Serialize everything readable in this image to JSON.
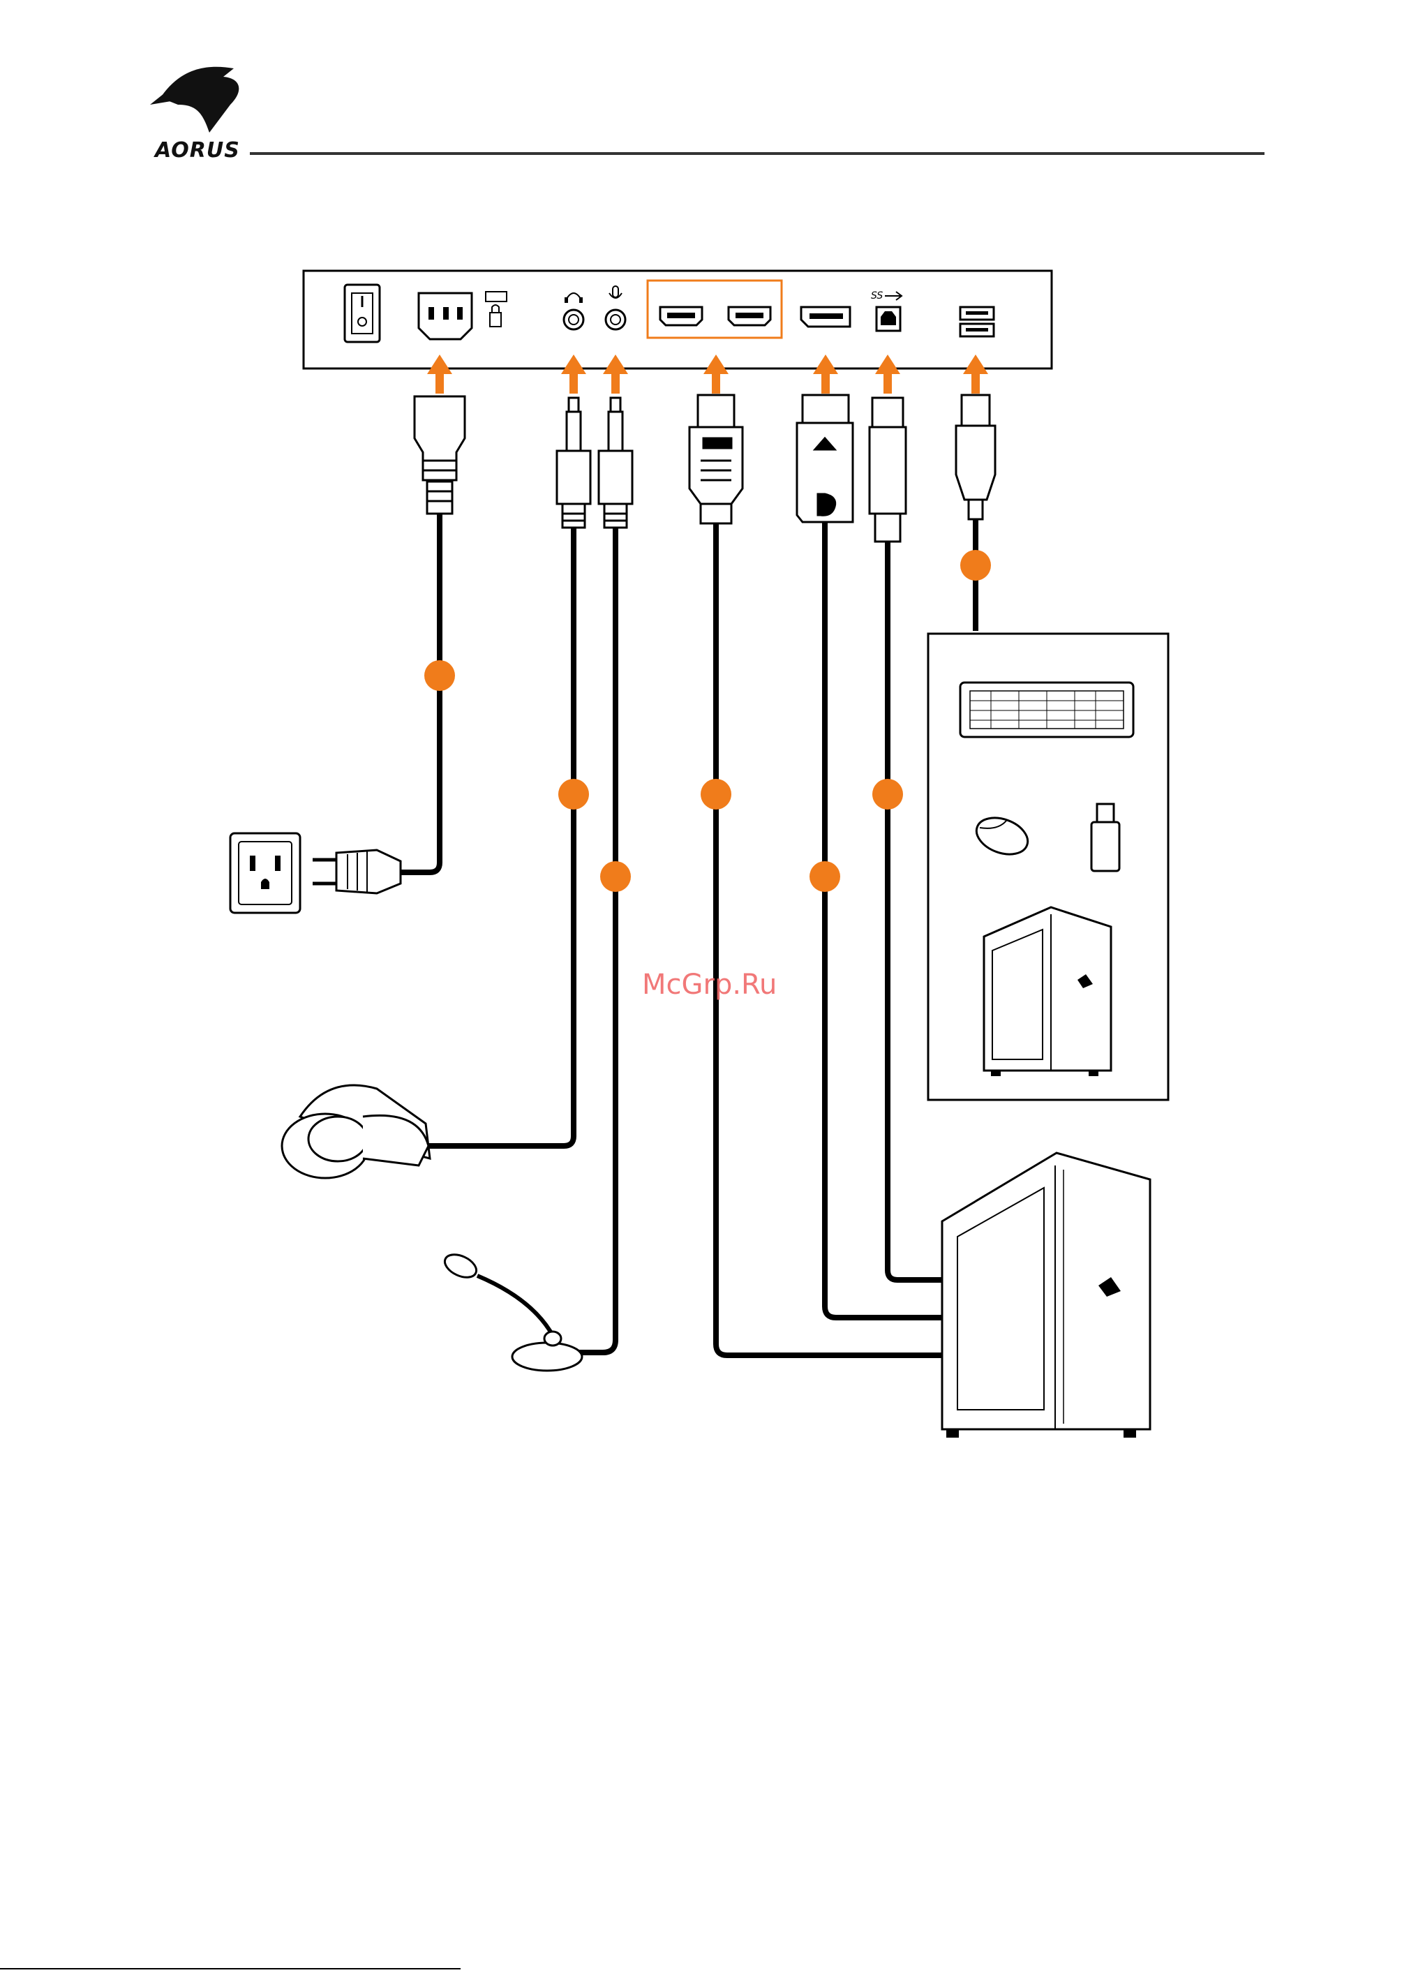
{
  "header": {
    "brand": "AORUS"
  },
  "watermark": "McGrp.Ru",
  "colors": {
    "accent": "#f07c1b",
    "cable": "#000000",
    "line": "#000000"
  },
  "monitor_ports": [
    {
      "name": "power-switch"
    },
    {
      "name": "ac-in"
    },
    {
      "name": "kensington-lock"
    },
    {
      "name": "headphone-jack"
    },
    {
      "name": "microphone-jack"
    },
    {
      "name": "hdmi-port-1"
    },
    {
      "name": "hdmi-port-2"
    },
    {
      "name": "displayport"
    },
    {
      "name": "usb-upstream"
    },
    {
      "name": "usb-downstream"
    }
  ],
  "devices": [
    "power-outlet",
    "headphones",
    "microphone",
    "keyboard",
    "mouse",
    "usb-flash-drive",
    "computer-case",
    "computer-case-large"
  ],
  "callouts": [
    "power-cable",
    "audio-cable",
    "microphone-cable",
    "hdmi-cable",
    "displayport-cable",
    "usb-upstream-cable",
    "usb-device-cable"
  ]
}
